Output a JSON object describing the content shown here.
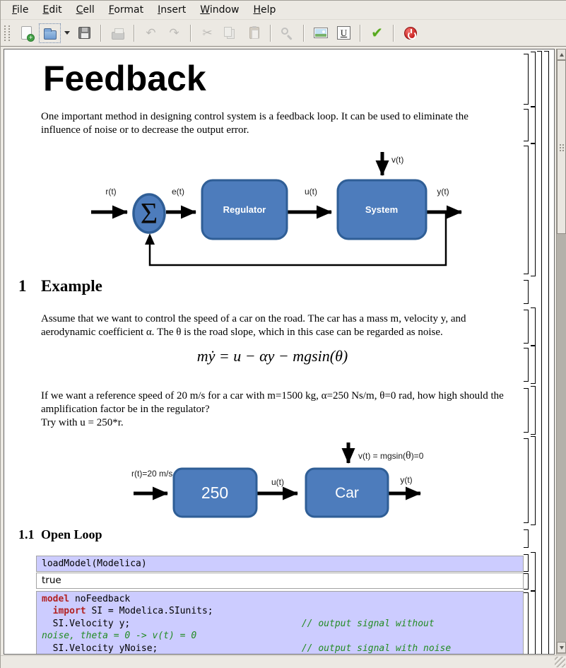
{
  "menu": {
    "items": [
      {
        "label": "File"
      },
      {
        "label": "Edit"
      },
      {
        "label": "Cell"
      },
      {
        "label": "Format"
      },
      {
        "label": "Insert"
      },
      {
        "label": "Window"
      },
      {
        "label": "Help"
      }
    ]
  },
  "toolbar": {
    "underline_glyph": "U"
  },
  "doc": {
    "title": "Feedback",
    "intro": "One important method in designing control system is a feedback loop. It can be used to eliminate the influence of noise or to decrease the output error.",
    "section1_number": "1",
    "section1_title": "Example",
    "example_text": "Assume that we want to control the speed of a car on the road. The car has a mass m, velocity y, and aerodynamic coefficient α. The θ is the road slope, which in this case can be regarded as noise.",
    "formula": "mẏ = u − αy − mgsin(θ)",
    "question_text": "If we want a reference speed of 20 m/s for a car with m=1500 kg, α=250 Ns/m, θ=0 rad, how high should the amplification factor be in the regulator?",
    "try_text": "Try with u = 250*r.",
    "section11_number": "1.1",
    "section11_title": "Open Loop"
  },
  "diagram1": {
    "label_r": "r(t)",
    "label_e": "e(t)",
    "label_u": "u(t)",
    "label_v": "v(t)",
    "label_y": "y(t)",
    "sum_symbol": "Σ",
    "block_regulator": "Regulator",
    "block_system": "System",
    "block_fill": "#4d7cbc",
    "block_border": "#2f5e96"
  },
  "diagram2": {
    "label_r": "r(t)=20 m/s",
    "label_u": "u(t)",
    "label_v_prefix": "v(t) = mgsin(",
    "label_v_theta": "θ",
    "label_v_suffix": ")=0",
    "label_y": "y(t)",
    "block_gain": "250",
    "block_car": "Car"
  },
  "cells": {
    "input_bg": "#ccccff",
    "keyword_color": "#b22222",
    "comment_color": "#228b22",
    "input1": "loadModel(Modelica)",
    "output1": "true",
    "model_tokens": [
      {
        "type": "keyword",
        "text": "model"
      },
      {
        "type": "plain",
        "text": " noFeedback\n  "
      },
      {
        "type": "keyword",
        "text": "import"
      },
      {
        "type": "plain",
        "text": " SI = Modelica.SIunits;\n  SI.Velocity y;                               "
      },
      {
        "type": "comment",
        "text": "// output signal without\nnoise, theta = 0 -> v(t) = 0"
      },
      {
        "type": "plain",
        "text": "\n  SI.Velocity yNoise;                          "
      },
      {
        "type": "comment",
        "text": "// output signal with noise"
      }
    ]
  }
}
